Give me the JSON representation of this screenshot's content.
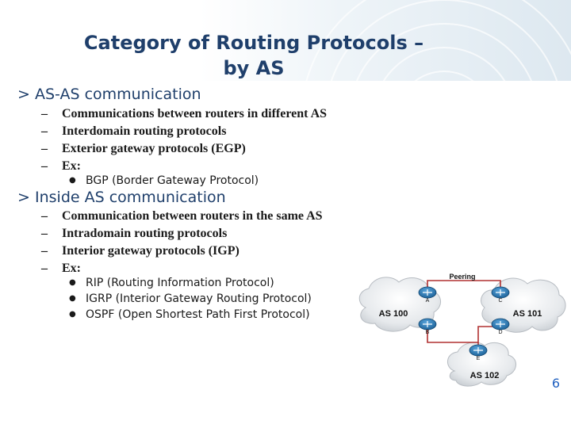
{
  "slide": {
    "title_line1": "Category of Routing Protocols –",
    "title_line2": "by AS",
    "page_number": "6"
  },
  "sections": [
    {
      "marker": ">",
      "heading": "AS-AS communication",
      "subitems": [
        "Communications between routers in different AS",
        "Interdomain routing protocols",
        "Exterior gateway protocols (EGP)",
        "Ex:"
      ],
      "bullets": [
        "BGP (Border Gateway Protocol)"
      ]
    },
    {
      "marker": ">",
      "heading": "Inside AS communication",
      "subitems": [
        "Communication between routers in the same AS",
        "Intradomain routing protocols",
        "Interior gateway protocols (IGP)",
        "Ex:"
      ],
      "bullets": [
        "RIP (Routing Information Protocol)",
        "IGRP (Interior Gateway Routing Protocol)",
        "OSPF (Open Shortest Path First Protocol)"
      ]
    }
  ],
  "diagram": {
    "peering_label": "Peering",
    "clouds": [
      {
        "label": "AS 100"
      },
      {
        "label": "AS 101"
      },
      {
        "label": "AS 102"
      }
    ],
    "routers": [
      "A",
      "B",
      "C",
      "D",
      "E"
    ],
    "router_color": "#2a7ab8",
    "link_color": "#b03030"
  }
}
